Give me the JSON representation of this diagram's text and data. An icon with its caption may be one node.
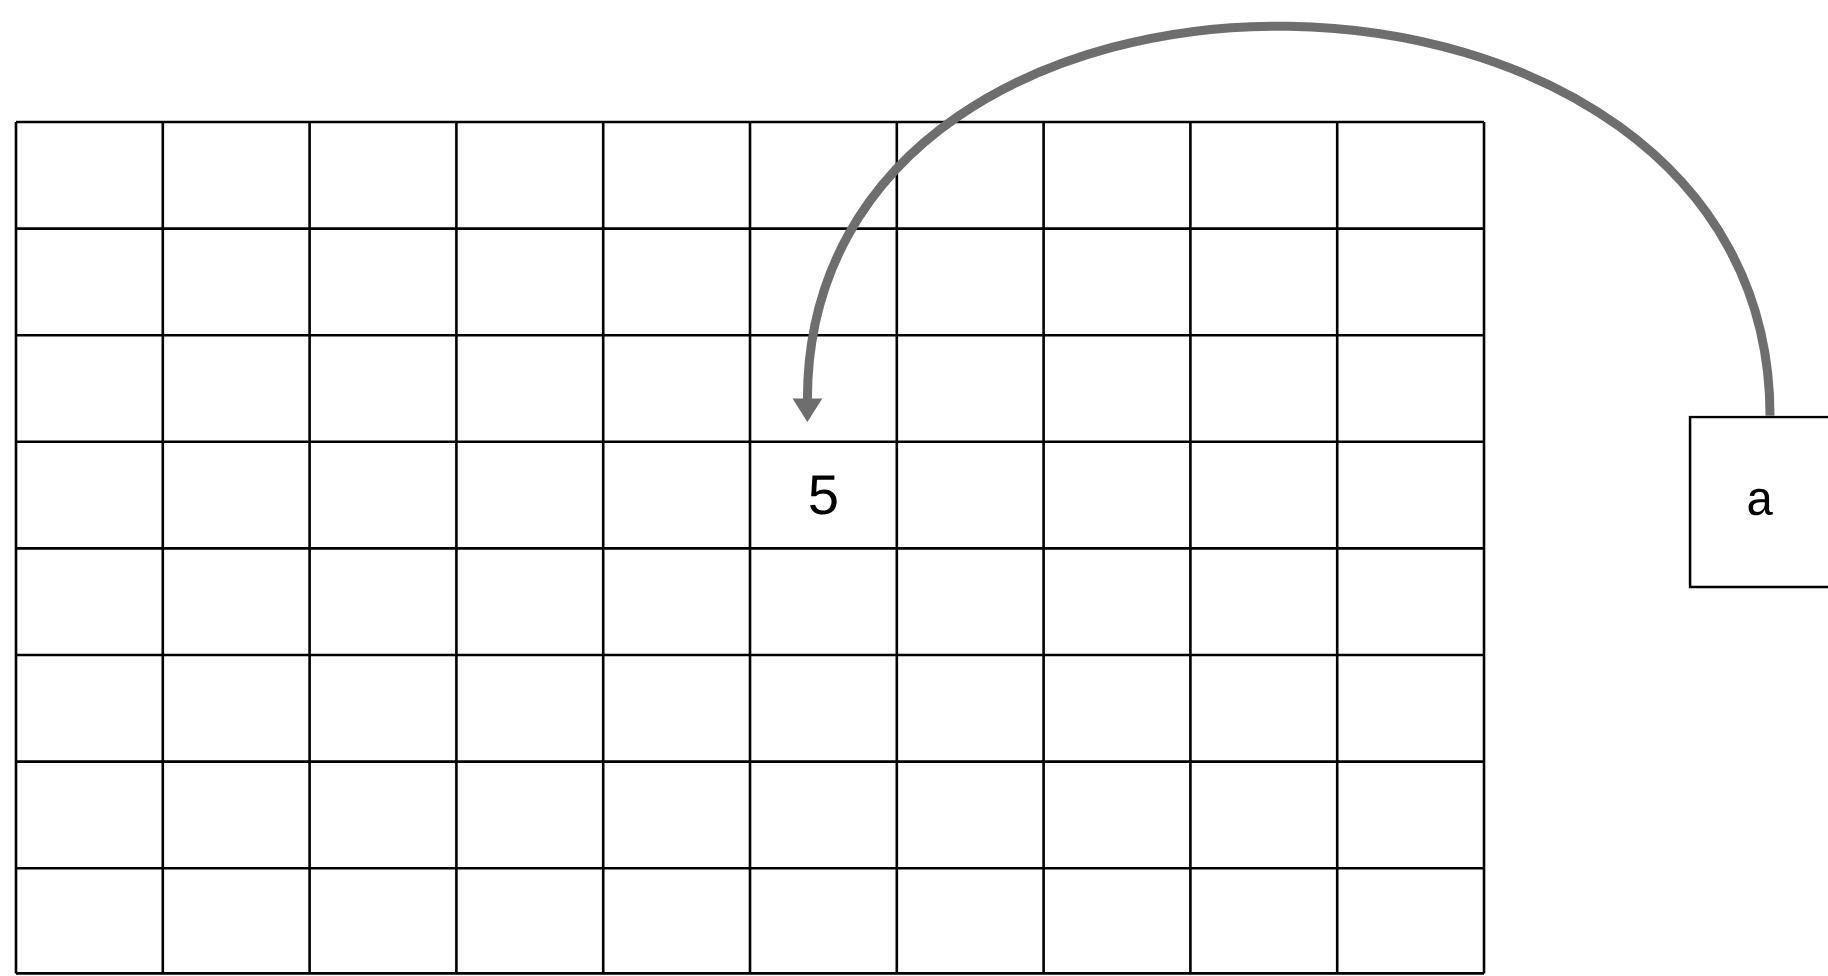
{
  "diagram": {
    "nodes": [
      {
        "text": [
          "5"
        ]
      },
      {
        "text": [
          "a"
        ]
      }
    ],
    "edges": [
      {
        "from": 1,
        "to": 0,
        "arrow": "to"
      }
    ]
  }
}
